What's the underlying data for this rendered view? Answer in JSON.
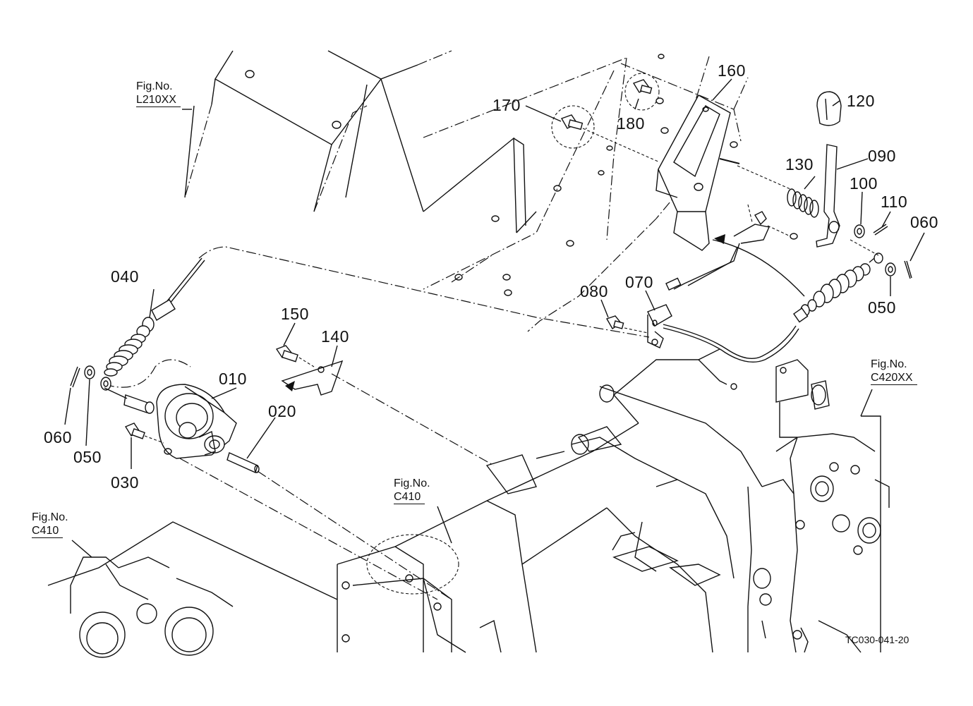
{
  "parts": {
    "p010": "010",
    "p020": "020",
    "p030": "030",
    "p040": "040",
    "p050_left": "050",
    "p050_right": "050",
    "p060_left": "060",
    "p060_right": "060",
    "p070": "070",
    "p080": "080",
    "p090": "090",
    "p100": "100",
    "p110": "110",
    "p120": "120",
    "p130": "130",
    "p140": "140",
    "p150": "150",
    "p160": "160",
    "p170": "170",
    "p180": "180"
  },
  "figure_refs": {
    "l210": {
      "prefix": "Fig.No.",
      "code": "L210XX"
    },
    "c420": {
      "prefix": "Fig.No.",
      "code": "C420XX"
    },
    "c410_center": {
      "prefix": "Fig.No.",
      "code": "C410"
    },
    "c410_left": {
      "prefix": "Fig.No.",
      "code": "C410"
    }
  },
  "drawing_id": "TC030-041-20"
}
